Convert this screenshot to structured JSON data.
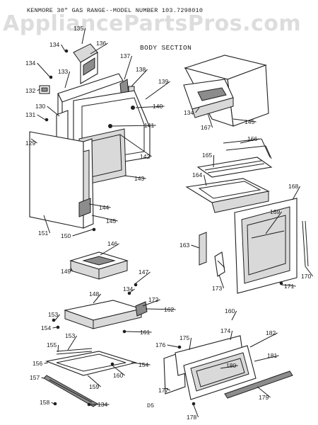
{
  "header": {
    "title": "KENMORE 30\" GAS RANGE--MODEL NUMBER 103.7298010",
    "section": "BODY SECTION"
  },
  "watermark": "AppliancePartsPros.com",
  "footer_code": "D5",
  "callouts": [
    {
      "id": "c134a",
      "label": "134"
    },
    {
      "id": "c135",
      "label": "135"
    },
    {
      "id": "c136",
      "label": "136"
    },
    {
      "id": "c137",
      "label": "137"
    },
    {
      "id": "c138",
      "label": "138"
    },
    {
      "id": "c139",
      "label": "139"
    },
    {
      "id": "c134b",
      "label": "134"
    },
    {
      "id": "c133",
      "label": "133"
    },
    {
      "id": "c132",
      "label": "132"
    },
    {
      "id": "c131",
      "label": "131"
    },
    {
      "id": "c130",
      "label": "130"
    },
    {
      "id": "c140",
      "label": "140"
    },
    {
      "id": "c141",
      "label": "141"
    },
    {
      "id": "c142",
      "label": "142"
    },
    {
      "id": "c129",
      "label": "129"
    },
    {
      "id": "c143",
      "label": "143"
    },
    {
      "id": "c144",
      "label": "144"
    },
    {
      "id": "c145a",
      "label": "145"
    },
    {
      "id": "c151",
      "label": "151"
    },
    {
      "id": "c150",
      "label": "150"
    },
    {
      "id": "c134c",
      "label": "134"
    },
    {
      "id": "c167",
      "label": "167"
    },
    {
      "id": "c145b",
      "label": "145"
    },
    {
      "id": "c166",
      "label": "166"
    },
    {
      "id": "c165",
      "label": "165"
    },
    {
      "id": "c164",
      "label": "164"
    },
    {
      "id": "c168",
      "label": "168"
    },
    {
      "id": "c169",
      "label": "169"
    },
    {
      "id": "c163",
      "label": "163"
    },
    {
      "id": "c173",
      "label": "173"
    },
    {
      "id": "c170",
      "label": "170"
    },
    {
      "id": "c171",
      "label": "171"
    },
    {
      "id": "c146",
      "label": "146"
    },
    {
      "id": "c149",
      "label": "149"
    },
    {
      "id": "c147",
      "label": "147"
    },
    {
      "id": "c134d",
      "label": "134"
    },
    {
      "id": "c148",
      "label": "148"
    },
    {
      "id": "c172",
      "label": "172"
    },
    {
      "id": "c162",
      "label": "162"
    },
    {
      "id": "c153a",
      "label": "153"
    },
    {
      "id": "c154a",
      "label": "154"
    },
    {
      "id": "c161",
      "label": "161"
    },
    {
      "id": "c160a",
      "label": "160"
    },
    {
      "id": "c174",
      "label": "174"
    },
    {
      "id": "c153b",
      "label": "153"
    },
    {
      "id": "c155",
      "label": "155"
    },
    {
      "id": "c176",
      "label": "176"
    },
    {
      "id": "c175",
      "label": "175"
    },
    {
      "id": "c182",
      "label": "182"
    },
    {
      "id": "c154b",
      "label": "154"
    },
    {
      "id": "c156",
      "label": "156"
    },
    {
      "id": "c160b",
      "label": "160"
    },
    {
      "id": "c181",
      "label": "181"
    },
    {
      "id": "c180",
      "label": "180"
    },
    {
      "id": "c157",
      "label": "157"
    },
    {
      "id": "c159",
      "label": "159"
    },
    {
      "id": "c177",
      "label": "177"
    },
    {
      "id": "c179",
      "label": "179"
    },
    {
      "id": "c158",
      "label": "158"
    },
    {
      "id": "c134e",
      "label": "134"
    },
    {
      "id": "c178",
      "label": "178"
    }
  ]
}
